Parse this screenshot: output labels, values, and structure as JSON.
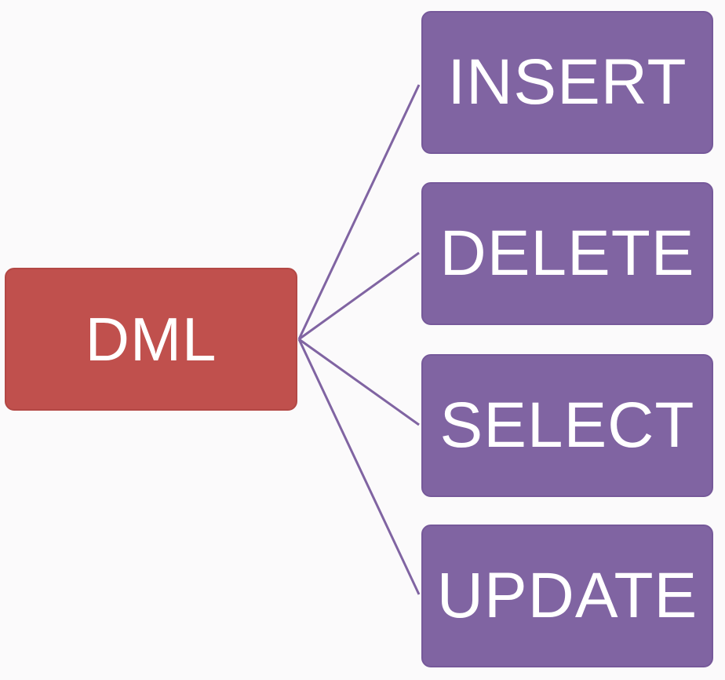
{
  "diagram": {
    "root": {
      "label": "DML"
    },
    "children": [
      {
        "label": "INSERT"
      },
      {
        "label": "DELETE"
      },
      {
        "label": "SELECT"
      },
      {
        "label": "UPDATE"
      }
    ]
  },
  "colors": {
    "root": "#c0504d",
    "children": "#8064a2",
    "connector": "#8064a2",
    "background": "#fbfafb",
    "text": "#ffffff"
  }
}
